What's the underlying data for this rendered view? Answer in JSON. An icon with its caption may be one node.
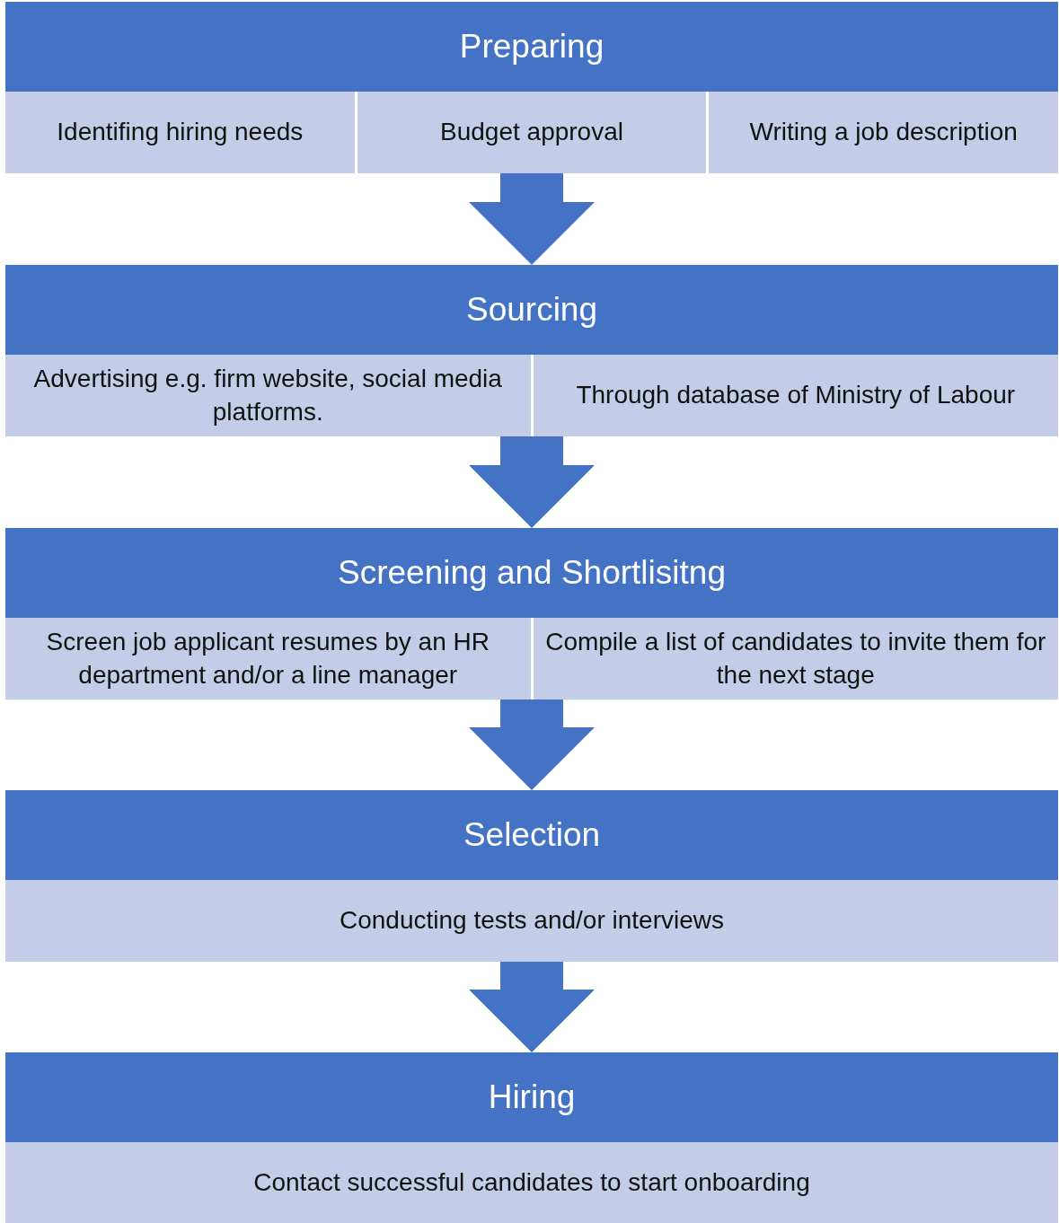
{
  "diagram": {
    "nodes": [
      {
        "text": [
          "Preparing"
        ]
      },
      {
        "text": [
          "Identifing hiring needs"
        ],
        "in": 0
      },
      {
        "text": [
          "Budget approval"
        ],
        "in": 0
      },
      {
        "text": [
          "Writing a job description"
        ],
        "in": 0
      },
      {
        "text": [
          "Sourcing"
        ]
      },
      {
        "text": [
          "Advertising e.g. firm website, social media platforms."
        ],
        "in": 4
      },
      {
        "text": [
          "Through database of Ministry of Labour"
        ],
        "in": 4
      },
      {
        "text": [
          "Screening and Shortlisitng"
        ]
      },
      {
        "text": [
          "Screen job applicant resumes by an HR department and/or a line manager"
        ],
        "in": 7
      },
      {
        "text": [
          "Compile a list of candidates to invite them for the next stage"
        ],
        "in": 7
      },
      {
        "text": [
          "Selection"
        ]
      },
      {
        "text": [
          "Conducting tests and/or interviews"
        ],
        "in": 10
      },
      {
        "text": [
          "Hiring"
        ]
      },
      {
        "text": [
          "Contact successful candidates to start onboarding"
        ],
        "in": 12
      }
    ],
    "edges": [
      {
        "from": 0,
        "to": 4,
        "arrow": "to"
      },
      {
        "from": 4,
        "to": 7,
        "arrow": "to"
      },
      {
        "from": 7,
        "to": 10,
        "arrow": "to"
      },
      {
        "from": 10,
        "to": 12,
        "arrow": "to"
      }
    ]
  }
}
